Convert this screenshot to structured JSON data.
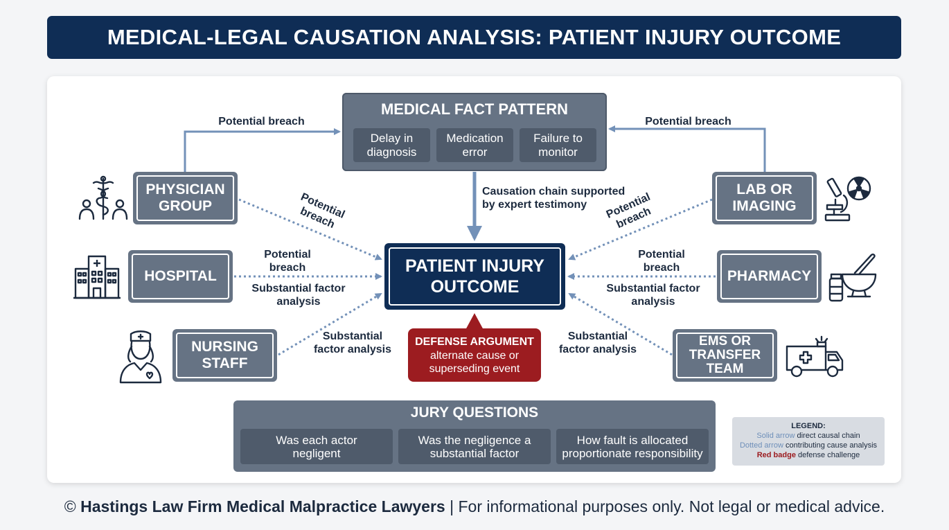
{
  "title": "MEDICAL-LEGAL CAUSATION ANALYSIS: PATIENT INJURY OUTCOME",
  "fact_pattern": {
    "title": "MEDICAL FACT PATTERN",
    "items": [
      "Delay in diagnosis",
      "Medication error",
      "Failure to monitor"
    ]
  },
  "center": {
    "label": "PATIENT INJURY OUTCOME"
  },
  "actors": {
    "physician": "PHYSICIAN GROUP",
    "hospital": "HOSPITAL",
    "nursing": "NURSING STAFF",
    "lab": "LAB OR IMAGING",
    "pharmacy": "PHARMACY",
    "ems": "EMS OR TRANSFER TEAM"
  },
  "labels": {
    "top_left": "Potential breach",
    "top_right": "Potential breach",
    "physician_diag": "Potential breach",
    "lab_diag": "Potential breach",
    "hospital_breach": "Potential breach",
    "hospital_factor": "Substantial factor analysis",
    "pharmacy_breach": "Potential breach",
    "pharmacy_factor": "Substantial factor analysis",
    "nursing_factor": "Substantial factor analysis",
    "ems_factor": "Substantial factor analysis",
    "causation": "Causation chain supported by expert testimony"
  },
  "defense": {
    "title": "DEFENSE ARGUMENT",
    "text": "alternate cause or superseding event"
  },
  "jury": {
    "title": "JURY QUESTIONS",
    "questions": [
      "Was each actor negligent",
      "Was the negligence a substantial factor",
      "How fault is allocated proportionate responsibility"
    ]
  },
  "legend": {
    "title": "LEGEND:",
    "solid_key": "Solid arrow",
    "solid_text": "direct causal chain",
    "dotted_key": "Dotted arrow",
    "dotted_text": "contributing cause analysis",
    "red_key": "Red badge",
    "red_text": "defense challenge"
  },
  "footer": {
    "firm": "Hastings Law Firm Medical Malpractice Lawyers",
    "copyright": "©",
    "separator": "|",
    "disclaimer": "For informational purposes only. Not legal or medical advice."
  },
  "colors": {
    "navy": "#0f2d55",
    "slate": "#667384",
    "arrow": "#7391b8",
    "defense_red": "#9c1c20"
  },
  "icons": [
    "caduceus-team-icon",
    "hospital-building-icon",
    "nurse-icon",
    "microscope-radiation-icon",
    "mortar-pestle-icon",
    "ambulance-icon"
  ]
}
